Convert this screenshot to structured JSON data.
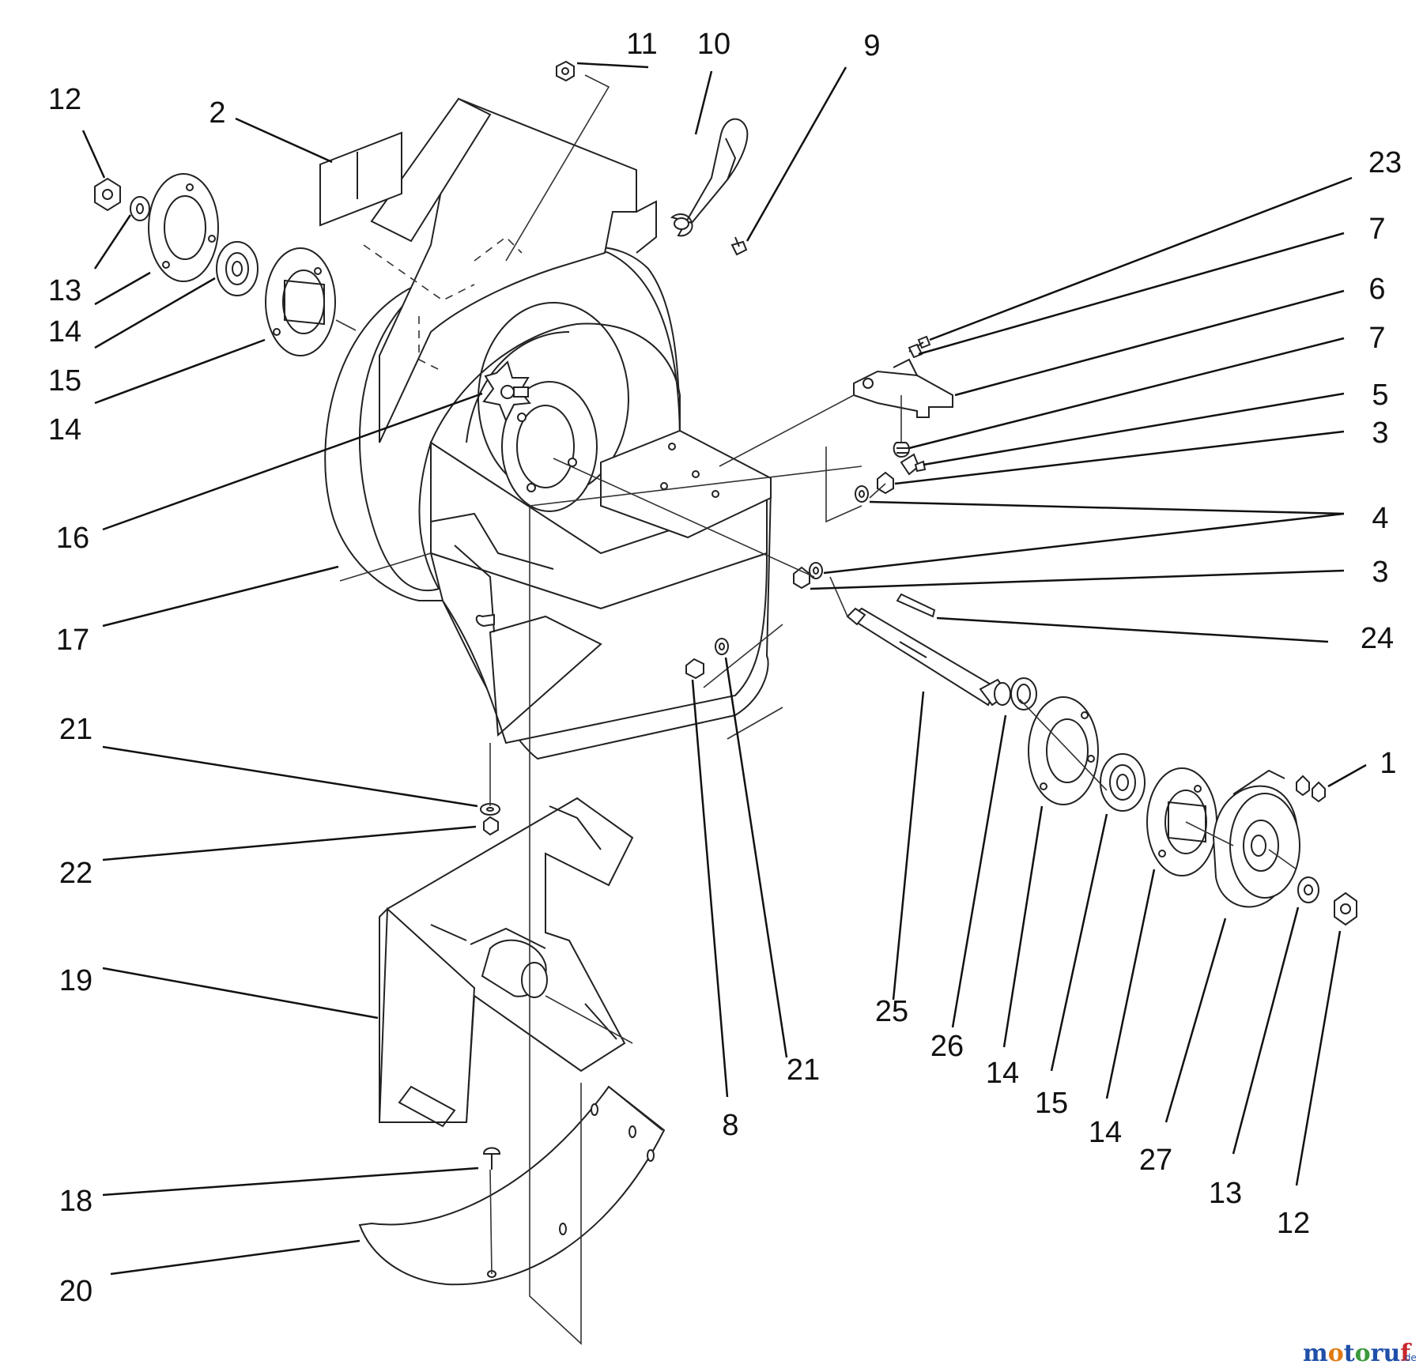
{
  "labels": {
    "l1": "1",
    "l2": "2",
    "l3a": "3",
    "l3b": "3",
    "l4": "4",
    "l5": "5",
    "l6": "6",
    "l7a": "7",
    "l7b": "7",
    "l8": "8",
    "l9": "9",
    "l10": "10",
    "l11": "11",
    "l12a": "12",
    "l12b": "12",
    "l13a": "13",
    "l13b": "13",
    "l14a": "14",
    "l14b": "14",
    "l14c": "14",
    "l14d": "14",
    "l15a": "15",
    "l15b": "15",
    "l16": "16",
    "l17": "17",
    "l18": "18",
    "l19": "19",
    "l20": "20",
    "l21a": "21",
    "l21b": "21",
    "l22": "22",
    "l23": "23",
    "l24": "24",
    "l25": "25",
    "l26": "26",
    "l27": "27"
  },
  "watermark": {
    "m": "m",
    "o1": "o",
    "t": "t",
    "o2": "o",
    "r": "r",
    "u": "u",
    "f": "f",
    "tld": ".de"
  },
  "colors": {
    "watermark_blue": "#1f4fa8",
    "watermark_orange": "#e07a10",
    "watermark_green": "#3a9a3a",
    "watermark_red": "#c8282d"
  }
}
